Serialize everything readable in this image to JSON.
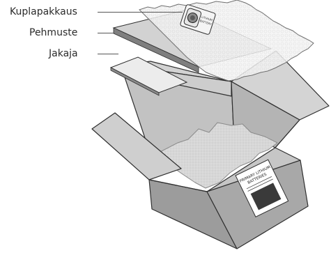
{
  "labels": {
    "bubble_pack": "Kuplapakkaus",
    "cushion": "Pehmuste",
    "divider": "Jakaja"
  },
  "box_label_lines": [
    "PRIMARY LITHIUM",
    "BATTERIES"
  ],
  "pouch_label_lines": [
    "LITHIUM",
    "BATTERY"
  ],
  "colors": {
    "box_front": "#9a9a9a",
    "box_side": "#b7b7b7",
    "box_inner": "#cfcfcf",
    "flap": "#c9c9c9",
    "outline": "#2f2f2f"
  }
}
